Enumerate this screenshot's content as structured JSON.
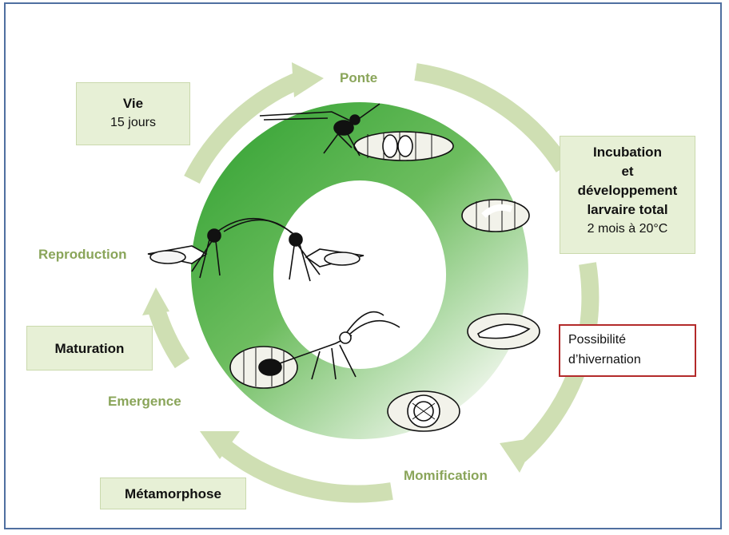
{
  "stages": {
    "ponte": "Ponte",
    "reproduction": "Reproduction",
    "emergence": "Emergence",
    "momification": "Momification"
  },
  "boxes": {
    "vie": {
      "title": "Vie",
      "sub": "15 jours"
    },
    "incubation": {
      "line1": "Incubation",
      "line2": "et",
      "line3": "développement",
      "line4": "larvaire total",
      "sub": "2 mois à 20°C"
    },
    "maturation": {
      "title": "Maturation"
    },
    "metamorphose": {
      "title": "Métamorphose"
    }
  },
  "note": {
    "line1": "Possibilité",
    "line2": "d’hivernation"
  },
  "colors": {
    "ring_dark": "#3fa83c",
    "ring_light": "#eef6ea",
    "arrow": "#cfdfb3",
    "stage_text": "#8aa55a",
    "box_fill": "#e7f0d6",
    "note_border": "#b32a2a",
    "frame": "#4f6fa0"
  }
}
